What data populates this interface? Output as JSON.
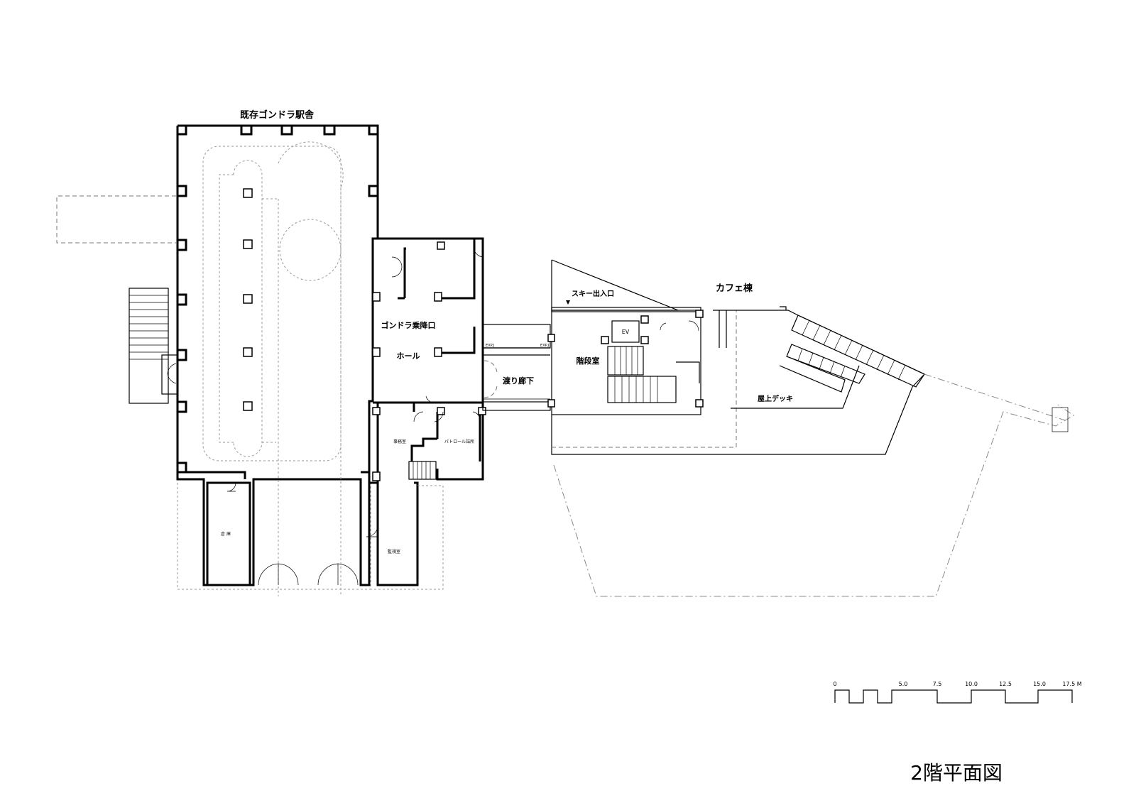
{
  "title": "2階平面図",
  "labels": {
    "existing_station": "既存ゴンドラ駅舎",
    "gondola_platform": "ゴンドラ乗降口",
    "hall": "ホール",
    "corridor": "渡り廊下",
    "staircase": "階段室",
    "ski_entrance": "スキー出入口",
    "cafe": "カフェ棟",
    "rooftop_deck": "屋上デッキ",
    "office": "事務室",
    "patrol": "パトロール詰所",
    "storage": "倉 庫",
    "monitor": "監視室",
    "ev": "EV",
    "exp_left": "EXP.J",
    "exp_right": "EXP.J"
  },
  "scale_bar": {
    "ticks": [
      "0",
      "5.0",
      "7.5",
      "10.0",
      "12.5",
      "15.0",
      "17.5 M"
    ]
  }
}
